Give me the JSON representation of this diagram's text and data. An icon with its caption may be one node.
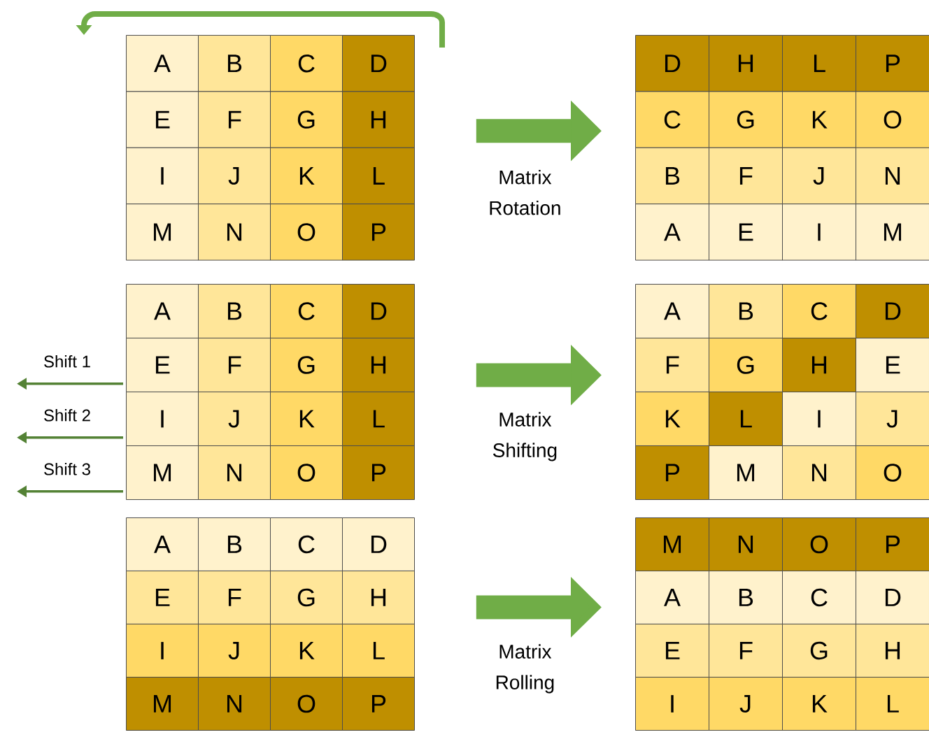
{
  "diagram": {
    "nodes": [
      {
        "text": [
          "A",
          "B",
          "C",
          "D",
          "E",
          "F",
          "G",
          "H",
          "I",
          "J",
          "K",
          "L",
          "M",
          "N",
          "O",
          "P"
        ]
      },
      {
        "text": [
          "D",
          "H",
          "L",
          "P",
          "C",
          "G",
          "K",
          "O",
          "B",
          "F",
          "J",
          "N",
          "A",
          "E",
          "I",
          "M"
        ]
      },
      {
        "text": [
          "A",
          "B",
          "C",
          "D",
          "E",
          "F",
          "G",
          "H",
          "I",
          "J",
          "K",
          "L",
          "M",
          "N",
          "O",
          "P"
        ]
      },
      {
        "text": [
          "A",
          "B",
          "C",
          "D",
          "F",
          "G",
          "H",
          "E",
          "K",
          "L",
          "I",
          "J",
          "P",
          "M",
          "N",
          "O"
        ]
      },
      {
        "text": [
          "A",
          "B",
          "C",
          "D",
          "E",
          "F",
          "G",
          "H",
          "I",
          "J",
          "K",
          "L",
          "M",
          "N",
          "O",
          "P"
        ]
      },
      {
        "text": [
          "M",
          "N",
          "O",
          "P",
          "A",
          "B",
          "C",
          "D",
          "E",
          "F",
          "G",
          "H",
          "I",
          "J",
          "K",
          "L"
        ]
      }
    ],
    "edges": [
      {
        "from": 0,
        "to": 1,
        "arrow": "to",
        "label": "Matrix Rotation",
        "style": "thick"
      },
      {
        "from": 2,
        "to": null,
        "arrow": "to",
        "label": "Shift 1"
      },
      {
        "from": 2,
        "to": null,
        "arrow": "to",
        "label": "Shift 2"
      },
      {
        "from": 2,
        "to": null,
        "arrow": "to",
        "label": "Shift 3"
      },
      {
        "from": 2,
        "to": 3,
        "arrow": "to",
        "label": "Matrix Shifting",
        "style": "thick"
      },
      {
        "from": 4,
        "to": 5,
        "arrow": "to",
        "label": "Matrix Rolling",
        "style": "thick"
      }
    ]
  }
}
